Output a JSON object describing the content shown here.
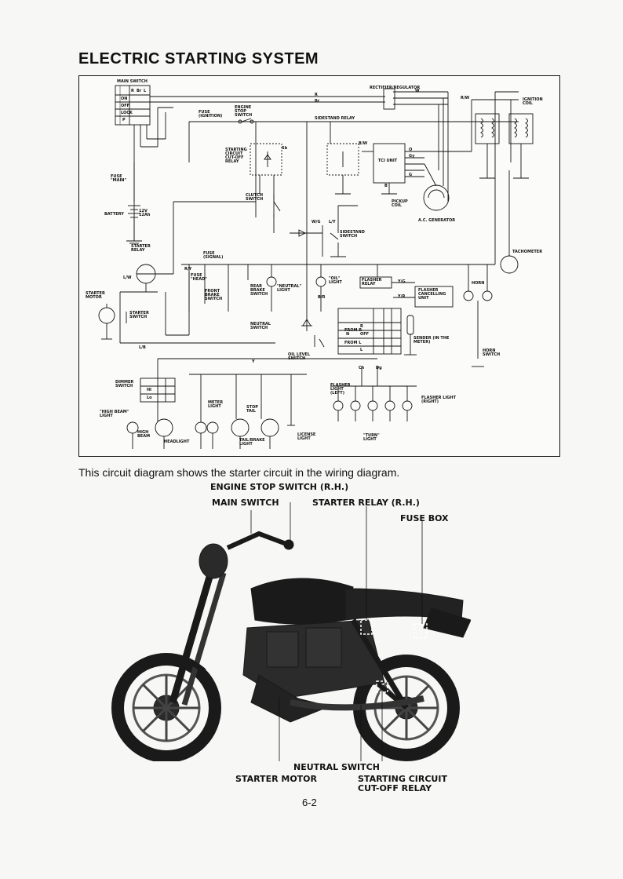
{
  "page": {
    "title": "ELECTRIC STARTING SYSTEM",
    "caption": "This circuit diagram shows the starter circuit in the wiring diagram.",
    "page_number": "6-2"
  },
  "callouts": {
    "engine_stop": "ENGINE STOP SWITCH (R.H.)",
    "main_switch": "MAIN SWITCH",
    "starter_relay": "STARTER RELAY (R.H.)",
    "fuse_box": "FUSE BOX",
    "neutral_switch": "NEUTRAL SWITCH",
    "starter_motor": "STARTER MOTOR",
    "starting_circuit": "STARTING CIRCUIT",
    "cutoff_relay": "CUT-OFF RELAY"
  },
  "diagram": {
    "main_switch": "MAIN SWITCH",
    "ms_on": "ON",
    "ms_off": "OFF",
    "ms_lock": "LOCK",
    "ms_p": "P",
    "ms_r": "R",
    "ms_br": "Br",
    "ms_l": "L",
    "rectifier": "RECTIFIER/REGULATOR",
    "ignition_coil": "IGNITION COIL",
    "fuse_ignition": "FUSE (IGNITION)",
    "engine_stop": "ENGINE STOP SWITCH",
    "sidestand_relay": "SIDESTAND RELAY",
    "starting_relay": "STARTING CIRCUIT CUT-OFF RELAY",
    "tci_unit": "TCI UNIT",
    "pickup_coil": "PICKUP COIL",
    "ac_generator": "A.C. GENERATOR",
    "fuse_main": "FUSE \"MAIN\"",
    "battery": "BATTERY",
    "battery_spec": "12V 12Ah",
    "clutch_switch": "CLUTCH SWITCH",
    "sidestand_switch": "SIDESTAND SWITCH",
    "starter_relay": "STARTER RELAY",
    "starter_motor": "STARTER MOTOR",
    "starter_switch": "STARTER SWITCH",
    "fuse_signal": "FUSE (SIGNAL)",
    "fuse_head": "FUSE \"HEAD\"",
    "front_brake": "FRONT BRAKE SWITCH",
    "rear_brake": "REAR BRAKE SWITCH",
    "neutral_light": "\"NEUTRAL\" LIGHT",
    "oil_light": "\"OIL\" LIGHT",
    "flasher_relay": "FLASHER RELAY",
    "flasher_cancel": "FLASHER CANCELLING UNIT",
    "horn": "HORN",
    "tachometer": "TACHOMETER",
    "neutral_switch": "NEUTRAL SWITCH",
    "oil_level": "OIL LEVEL SWITCH",
    "sender": "SENDER (IN THE METER)",
    "horn_switch": "HORN SWITCH",
    "dimmer_switch": "DIMMER SWITCH",
    "dim_hi": "HI",
    "dim_lo": "Lo",
    "high_beam": "\"HIGH BEAM\" LIGHT",
    "headlight_hi": "HIGH BEAM",
    "headlight": "HEADLIGHT",
    "meter_light": "METER LIGHT",
    "stop_tail": "STOP TAIL",
    "tail_brake": "TAIL/BRAKE LIGHT",
    "license_light": "LICENSE LIGHT",
    "flasher_left": "FLASHER LIGHT (LEFT)",
    "flasher_right": "FLASHER LIGHT (RIGHT)",
    "turn_light": "\"TURN\" LIGHT",
    "turn_r": "R",
    "turn_off": "OFF",
    "turn_l": "L",
    "from_r": "FROM R",
    "from_l": "FROM L",
    "n_label": "N",
    "w_r": "R",
    "w_br": "Br",
    "w_rw": "R/W",
    "w_w": "W",
    "w_bw": "B/W",
    "w_ly": "L/Y",
    "w_wg": "W/G",
    "w_ry": "R/Y",
    "w_ch": "Ch",
    "w_dg": "Dg",
    "w_yg": "Y/G",
    "w_yr": "Y/R",
    "w_lw": "L/W",
    "w_lb": "L/B",
    "w_br2": "B/R",
    "w_sb": "Sb",
    "w_gy": "Gy",
    "w_y": "Y",
    "w_g": "G",
    "w_b": "B",
    "w_o": "O"
  },
  "colors": {
    "ink": "#111111",
    "paper": "#f7f7f5",
    "bike": "#1a1a1a"
  }
}
